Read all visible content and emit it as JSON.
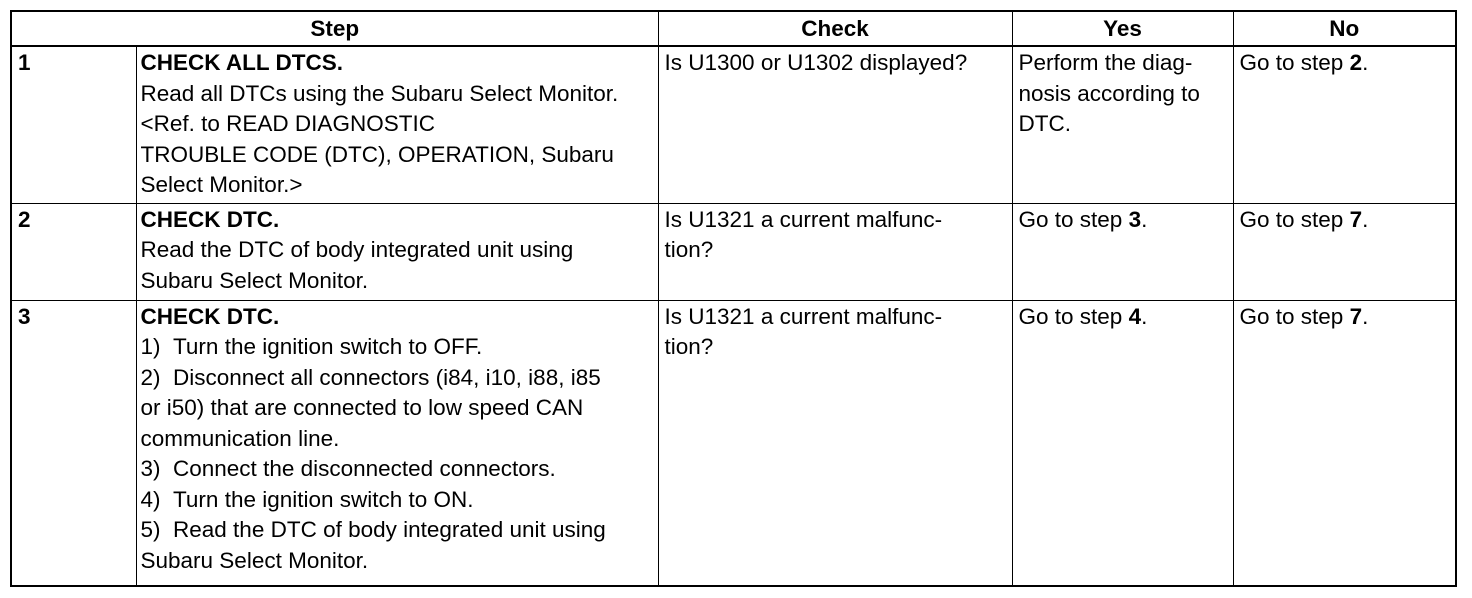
{
  "headers": {
    "step": "Step",
    "check": "Check",
    "yes": "Yes",
    "no": "No"
  },
  "rows": [
    {
      "num": "1",
      "title": "CHECK ALL DTCS.",
      "lines": [
        "Read all DTCs using the Subaru Select Monitor.",
        "<Ref. to READ DIAGNOSTIC",
        "TROUBLE CODE (DTC), OPERATION, Subaru",
        "Select Monitor.>"
      ],
      "check": [
        "Is U1300 or U1302 displayed?"
      ],
      "yes": {
        "lines": [
          "Perform the diag-",
          "nosis according to",
          "DTC."
        ]
      },
      "no": {
        "prefix": "Go to step ",
        "step": "2",
        "suffix": "."
      }
    },
    {
      "num": "2",
      "title": "CHECK DTC.",
      "lines": [
        "Read the DTC of body integrated unit using",
        "Subaru Select Monitor."
      ],
      "check": [
        "Is U1321 a current malfunc-",
        "tion?"
      ],
      "yes": {
        "prefix": "Go to step ",
        "step": "3",
        "suffix": "."
      },
      "no": {
        "prefix": "Go to step ",
        "step": "7",
        "suffix": "."
      }
    },
    {
      "num": "3",
      "title": "CHECK DTC.",
      "lines": [
        "1)  Turn the ignition switch to OFF.",
        "2)  Disconnect all connectors (i84, i10, i88, i85",
        "or i50) that are connected to low speed CAN",
        "communication line.",
        "3)  Connect the disconnected connectors.",
        "4)  Turn the ignition switch to ON.",
        "5)  Read the DTC of body integrated unit using",
        "Subaru Select Monitor."
      ],
      "check": [
        "Is U1321 a current malfunc-",
        "tion?"
      ],
      "yes": {
        "prefix": "Go to step ",
        "step": "4",
        "suffix": "."
      },
      "no": {
        "prefix": "Go to step ",
        "step": "7",
        "suffix": "."
      }
    }
  ]
}
